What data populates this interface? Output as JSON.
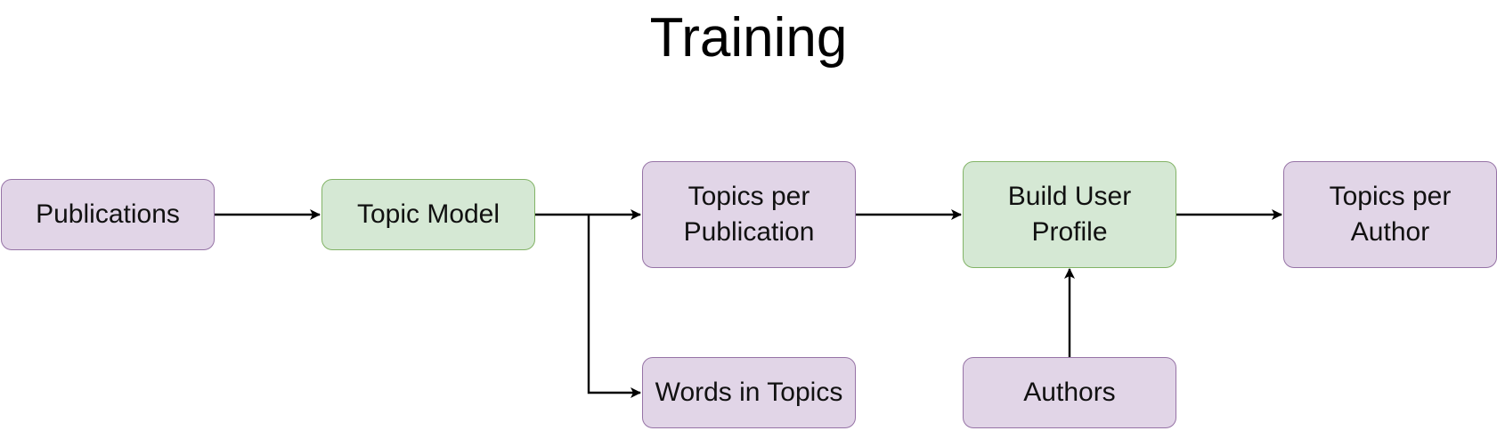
{
  "title": "Training",
  "colors": {
    "data_fill": "#e1d5e7",
    "data_border": "#9673a6",
    "process_fill": "#d5e8d4",
    "process_border": "#82b366",
    "arrow": "#000000"
  },
  "nodes": {
    "publications": {
      "label": "Publications",
      "kind": "data"
    },
    "topic_model": {
      "label": "Topic Model",
      "kind": "process"
    },
    "topics_per_publication": {
      "label": "Topics per\nPublication",
      "kind": "data"
    },
    "words_in_topics": {
      "label": "Words in Topics",
      "kind": "data"
    },
    "build_user_profile": {
      "label": "Build User\nProfile",
      "kind": "process"
    },
    "authors": {
      "label": "Authors",
      "kind": "data"
    },
    "topics_per_author": {
      "label": "Topics per\nAuthor",
      "kind": "data"
    }
  },
  "edges": [
    {
      "from": "Publications",
      "to": "Topic Model"
    },
    {
      "from": "Topic Model",
      "to": "Topics per Publication"
    },
    {
      "from": "Topic Model",
      "to": "Words in Topics"
    },
    {
      "from": "Topics per Publication",
      "to": "Build User Profile"
    },
    {
      "from": "Authors",
      "to": "Build User Profile"
    },
    {
      "from": "Build User Profile",
      "to": "Topics per Author"
    }
  ]
}
